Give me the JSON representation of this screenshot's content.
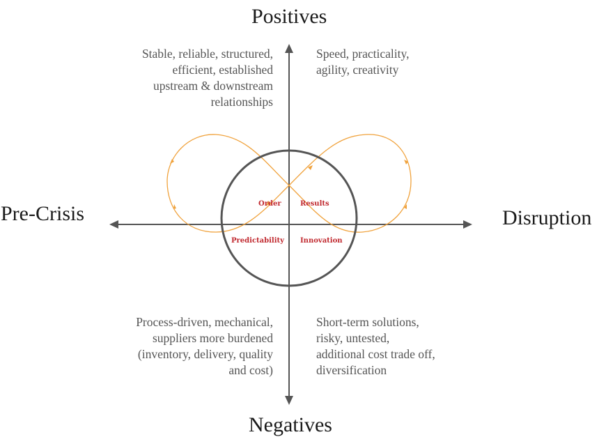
{
  "axes": {
    "top": "Positives",
    "bottom": "Negatives",
    "left": "Pre-Crisis",
    "right": "Disruption"
  },
  "quadrants": {
    "top_left": [
      "Stable, reliable, structured,",
      "efficient, established",
      "upstream & downstream",
      "relationships"
    ],
    "top_right": [
      "Speed, practicality,",
      "agility, creativity"
    ],
    "bottom_left": [
      "Process-driven, mechanical,",
      "suppliers more burdened",
      "(inventory, delivery, quality",
      "and cost)"
    ],
    "bottom_right": [
      "Short-term solutions,",
      "risky, untested,",
      "additional cost trade off,",
      "diversification"
    ]
  },
  "center_labels": {
    "top_left": "Order",
    "top_right": "Results",
    "bottom_left": "Predictability",
    "bottom_right": "Innovation"
  },
  "colors": {
    "axis": "#555555",
    "circle": "#555555",
    "loop": "#f0a23c",
    "label_red": "#c0282e",
    "title_text": "#1a1a1a",
    "body_text": "#555555"
  }
}
